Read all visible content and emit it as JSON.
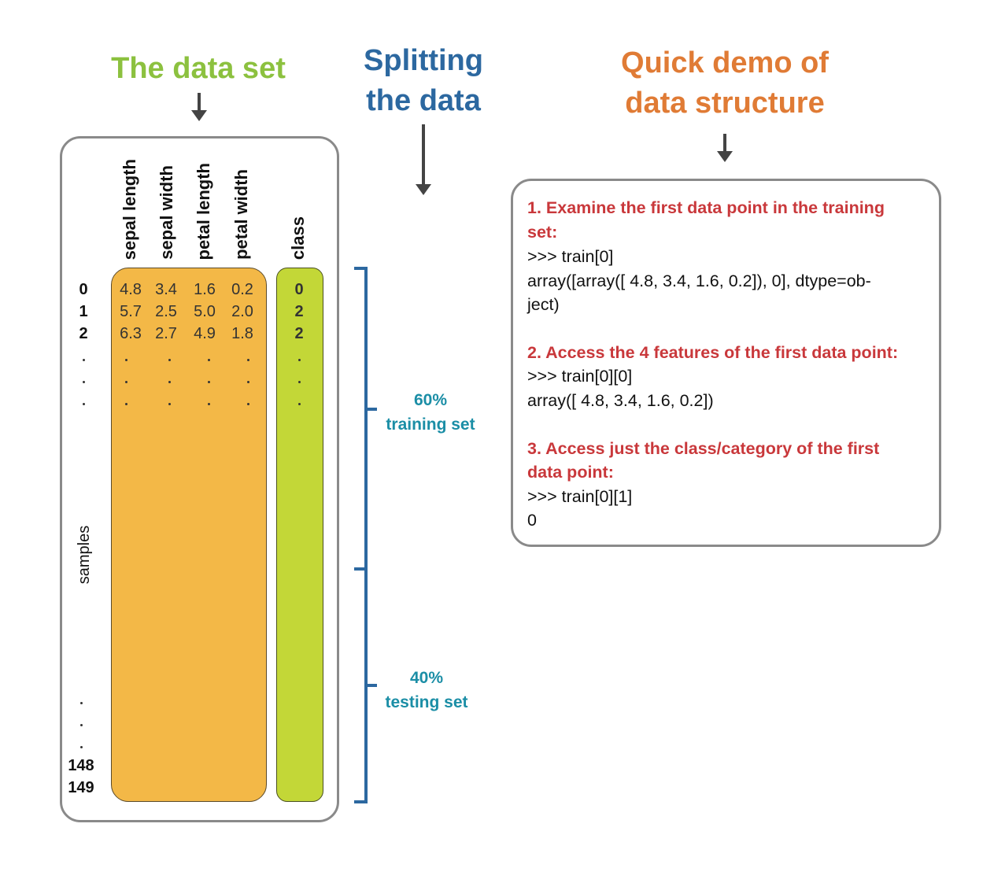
{
  "titles": {
    "dataset": "The data set",
    "splitting_1": "Splitting",
    "splitting_2": "the data",
    "demo_1": "Quick demo of",
    "demo_2": "data structure"
  },
  "colors": {
    "green_title": "#8cc13f",
    "blue_title": "#2c68a0",
    "orange_title": "#e07b35",
    "features_fill": "#f3b847",
    "class_fill": "#c3d737",
    "split_text": "#1b8ea6",
    "step_red": "#c9383b"
  },
  "table": {
    "columns": [
      "sepal length",
      "sepal width",
      "petal length",
      "petal width"
    ],
    "class_header": "class",
    "axis_label": "samples",
    "rows": [
      {
        "index": "0",
        "values": [
          "4.8",
          "3.4",
          "1.6",
          "0.2"
        ],
        "class": "0"
      },
      {
        "index": "1",
        "values": [
          "5.7",
          "2.5",
          "5.0",
          "2.0"
        ],
        "class": "2"
      },
      {
        "index": "2",
        "values": [
          "6.3",
          "2.7",
          "4.9",
          "1.8"
        ],
        "class": "2"
      }
    ],
    "last_rows": [
      "148",
      "149"
    ]
  },
  "split": {
    "train_pct": "60%",
    "train_label": "training set",
    "test_pct": "40%",
    "test_label": "testing set"
  },
  "demo": {
    "step1_a": "1. Examine the first data point in the training",
    "step1_b": "set:",
    "code1": ">>> train[0]",
    "out1_a": "array([array([ 4.8,  3.4,  1.6,  0.2]), 0], dtype=ob-",
    "out1_b": "ject)",
    "step2": "2. Access the 4 features of the first data point:",
    "code2": ">>> train[0][0]",
    "out2": "array([ 4.8,  3.4,  1.6,  0.2])",
    "step3_a": "3. Access just the class/category of the first",
    "step3_b": "data point:",
    "code3": ">>> train[0][1]",
    "out3": "0"
  }
}
